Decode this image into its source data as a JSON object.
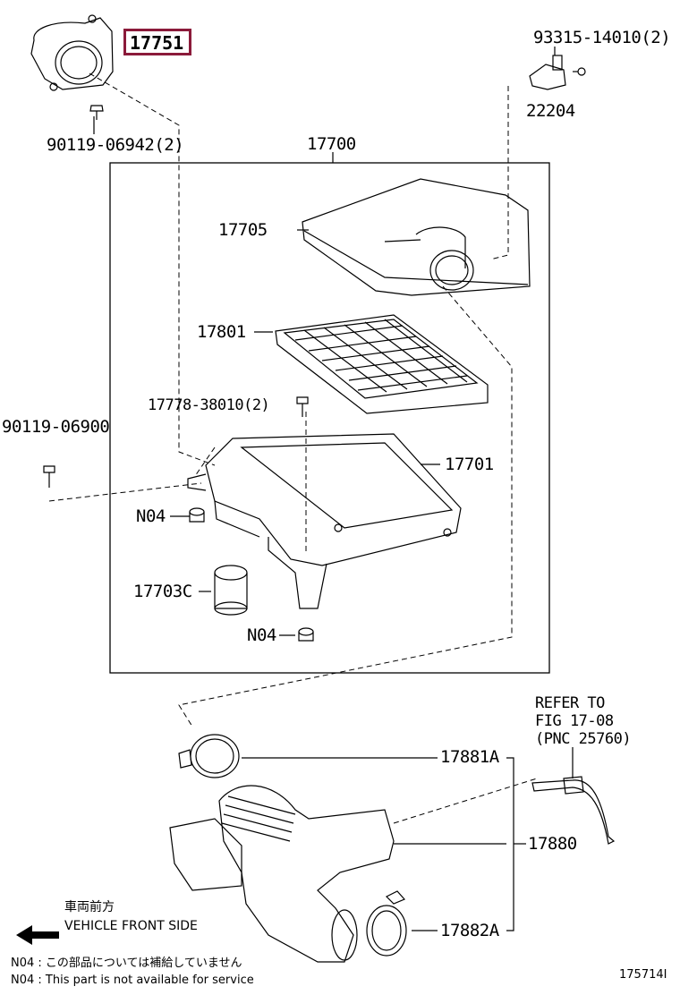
{
  "part_labels": {
    "p17751": "17751",
    "p90119_06942": "90119-06942(2)",
    "p93315": "93315-14010(2)",
    "p22204": "22204",
    "p17700": "17700",
    "p17705": "17705",
    "p17801": "17801",
    "p17778": "17778-38010(2)",
    "p90119_06900": "90119-06900",
    "p17701": "17701",
    "p_n04_a": "N04",
    "p17703c": "17703C",
    "p_n04_b": "N04",
    "p17881a": "17881A",
    "p17880": "17880",
    "p17882a": "17882A"
  },
  "refer": {
    "line1": "REFER TO",
    "line2": "FIG 17-08",
    "line3": "(PNC 25760)"
  },
  "direction": {
    "jp": "車両前方",
    "en": "VEHICLE FRONT SIDE"
  },
  "notes": {
    "jp": "N04 : この部品については補給していません",
    "en": "N04 : This part is not available for service"
  },
  "figure_id": "175714I",
  "highlight_color": "#8b1a3a"
}
